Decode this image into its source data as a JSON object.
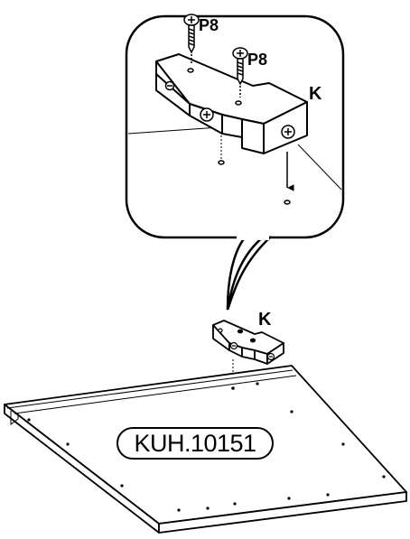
{
  "labels": {
    "screw_1": "P8",
    "screw_2": "P8",
    "part_detail": "K",
    "part_main": "K",
    "panel_code": "KUH.10151"
  }
}
